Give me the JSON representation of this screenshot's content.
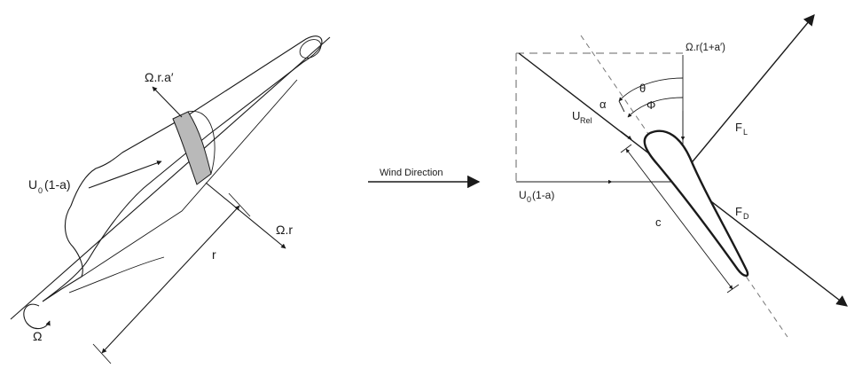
{
  "left_diagram": {
    "labels": {
      "omega_r_a_prime": "Ω.r.a′",
      "u0_main": "U",
      "u0_sub": "0",
      "u0_tail": "(1-a)",
      "r": "r",
      "omega_r": "Ω.r",
      "omega": "Ω"
    }
  },
  "wind_direction": {
    "label": "Wind Direction"
  },
  "right_diagram": {
    "labels": {
      "omega_r_1_plus_a_prime": "Ω.r(1+a′)",
      "theta": "θ",
      "alpha": "α",
      "phi": "Φ",
      "u_rel_main": "U",
      "u_rel_sub": "Rel",
      "f_l_main": "F",
      "f_l_sub": "L",
      "f_d_main": "F",
      "f_d_sub": "D",
      "c": "c",
      "u0_main": "U",
      "u0_sub": "0",
      "u0_tail": "(1-a)"
    }
  },
  "colors": {
    "ink": "#1a1a1a",
    "section_fill": "#b9b9b9",
    "dashed": "#666666"
  }
}
